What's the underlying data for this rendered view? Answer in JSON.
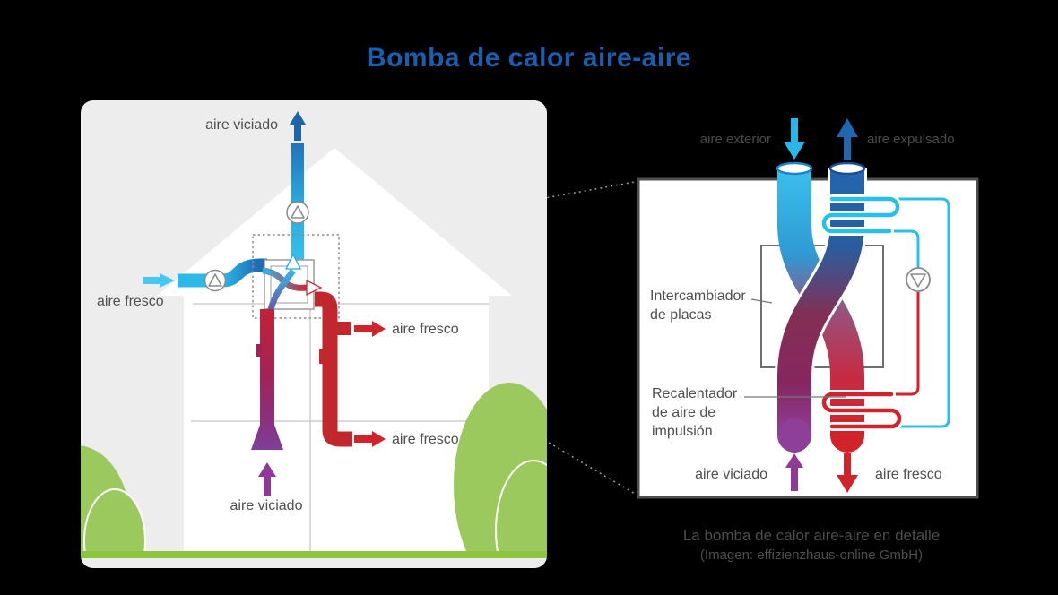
{
  "title": "Bomba de calor aire-aire",
  "house": {
    "label_top": "aire viciado",
    "label_left": "aire fresco",
    "label_right_upper": "aire fresco",
    "label_right_lower": "aire fresco",
    "label_bottom": "aire viciado"
  },
  "detail": {
    "label_top_left": "aire exterior",
    "label_top_right": "aire expulsado",
    "plate_exchanger": [
      "Intercambiador",
      "de placas"
    ],
    "reheater": [
      "Recalentador",
      "de aire de",
      "impulsión"
    ],
    "label_bottom_left": "aire viciado",
    "label_bottom_right": "aire fresco"
  },
  "caption": {
    "line1": "La bomba de calor aire-aire en detalle",
    "line2": "(Imagen: effizienzhaus-online GmbH)"
  },
  "colors": {
    "title_blue": "#1a5fad",
    "cyan": "#29b7e8",
    "dark_blue": "#1e68b2",
    "red": "#d2232a",
    "purple": "#8e3f98",
    "bush_green": "#9cc95e",
    "grass_green": "#8bc53f",
    "card_bg": "#ededed",
    "text_gray": "#4f4f4f"
  }
}
